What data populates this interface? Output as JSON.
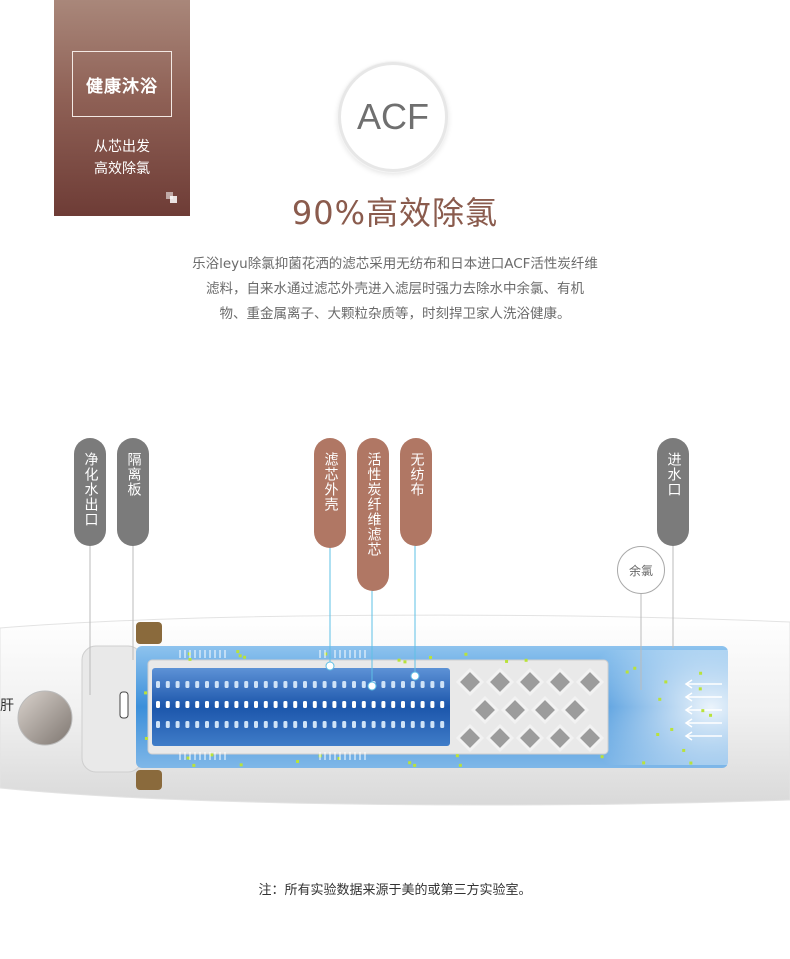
{
  "badge": {
    "title": "健康沐浴",
    "subtitle_line1": "从芯出发",
    "subtitle_line2": "高效除氯"
  },
  "acf_label": "ACF",
  "headline": "90%高效除氯",
  "description": {
    "line1": "乐浴leyu除氯抑菌花洒的滤芯采用无纺布和日本进口ACF活性炭纤维",
    "line2": "滤料，自来水通过滤芯外壳进入滤层时强力去除水中余氯、有机",
    "line3": "物、重金属离子、大颗粒杂质等，时刻捍卫家人洗浴健康。"
  },
  "labels": {
    "outlet": "净化水出口",
    "partition": "隔离板",
    "filter_shell": "滤芯外壳",
    "acf_core": "活性炭纤维滤芯",
    "nonwoven": "无纺布",
    "inlet": "进水口",
    "residual_chlorine": "余氯"
  },
  "colors": {
    "badge_top": "#a9877a",
    "badge_bottom": "#6e3c36",
    "headline": "#8a5b4d",
    "label_gray": "#7b7b7b",
    "label_brown": "#b07764",
    "water_blue": "#2f86d6",
    "core_blue": "#1f5fb5",
    "particle_green": "#b9e23a"
  },
  "icons": {
    "badge_decoration": "squares-icon",
    "shower_button": "round-button-icon",
    "water_flow": "arrow-left-icon"
  },
  "footnote": "注：所有实验数据来源于美的或第三方实验室。"
}
